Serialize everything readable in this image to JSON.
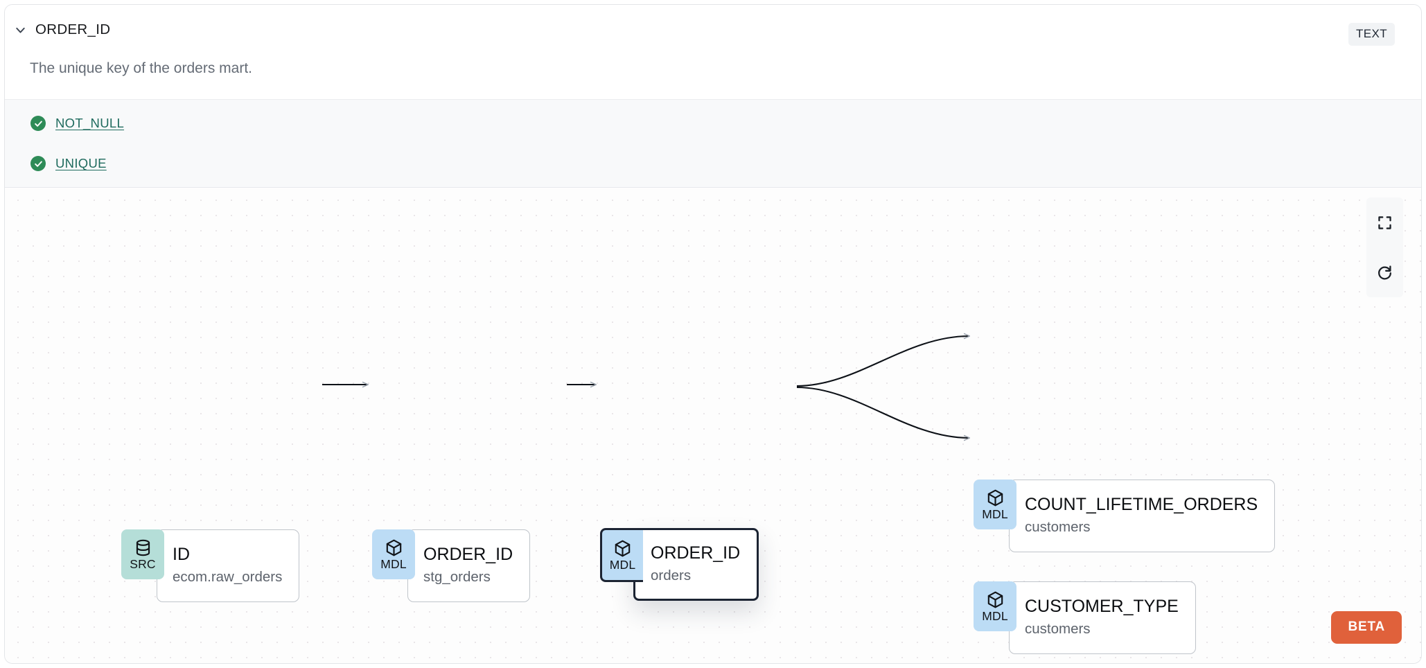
{
  "header": {
    "column_name": "ORDER_ID",
    "type_badge": "TEXT",
    "description": "The unique key of the orders mart.",
    "chevron_icon": "chevron-down-icon"
  },
  "tests": [
    {
      "label": "NOT_NULL",
      "status": "passed",
      "icon": "check-circle-icon"
    },
    {
      "label": "UNIQUE",
      "status": "passed",
      "icon": "check-circle-icon"
    }
  ],
  "lineage": {
    "nodes": [
      {
        "id": "src-id",
        "badge": "SRC",
        "badge_icon": "database-icon",
        "name": "ID",
        "resource": "ecom.raw_orders",
        "selected": false
      },
      {
        "id": "stg-order",
        "badge": "MDL",
        "badge_icon": "cube-icon",
        "name": "ORDER_ID",
        "resource": "stg_orders",
        "selected": false
      },
      {
        "id": "mart-order",
        "badge": "MDL",
        "badge_icon": "cube-icon",
        "name": "ORDER_ID",
        "resource": "orders",
        "selected": true
      },
      {
        "id": "count-lto",
        "badge": "MDL",
        "badge_icon": "cube-icon",
        "name": "COUNT_LIFETIME_ORDERS",
        "resource": "customers",
        "selected": false
      },
      {
        "id": "cust-type",
        "badge": "MDL",
        "badge_icon": "cube-icon",
        "name": "CUSTOMER_TYPE",
        "resource": "customers",
        "selected": false
      }
    ],
    "edges": [
      {
        "from": "src-id",
        "to": "stg-order"
      },
      {
        "from": "stg-order",
        "to": "mart-order"
      },
      {
        "from": "mart-order",
        "to": "count-lto"
      },
      {
        "from": "mart-order",
        "to": "cust-type"
      }
    ]
  },
  "controls": {
    "fullscreen_icon": "fullscreen-icon",
    "refresh_icon": "refresh-icon"
  },
  "beta_label": "BETA",
  "colors": {
    "src_badge": "#b5ded8",
    "mdl_badge": "#bcdcf5",
    "test_pass": "#2e8b57",
    "test_link": "#1f6b5e",
    "beta": "#e0613b",
    "selected_border": "#1c2433"
  }
}
